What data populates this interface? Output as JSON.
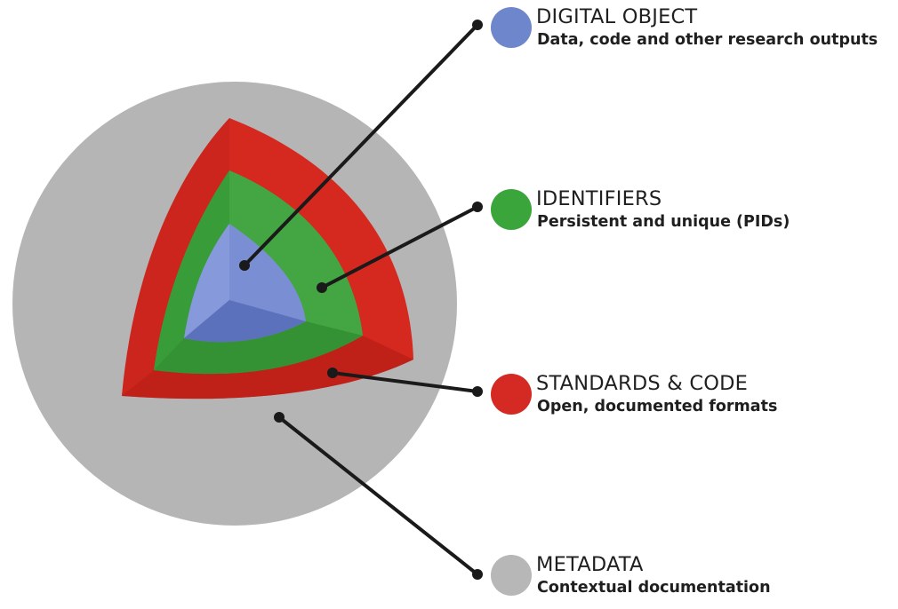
{
  "layers": [
    {
      "key": "digital",
      "title": "DIGITAL OBJECT",
      "subtitle": "Data, code and other research outputs",
      "color": "#6e86cc"
    },
    {
      "key": "identifiers",
      "title": "IDENTIFIERS",
      "subtitle": "Persistent and unique (PIDs)",
      "color": "#3aa53a"
    },
    {
      "key": "standards",
      "title": "STANDARDS & CODE",
      "subtitle": "Open, documented formats",
      "color": "#d52a23"
    },
    {
      "key": "metadata",
      "title": "METADATA",
      "subtitle": "Contextual documentation",
      "color": "#b7b7b7"
    }
  ],
  "colors": {
    "leader": "#1a1a1a",
    "metadata_sphere": "#b5b5b5",
    "standards_outer": "#d5281f",
    "standards_dark": "#b01d16",
    "identifiers_inner": "#43a643",
    "identifiers_dark": "#2f8a2f",
    "digital_inner": "#7a8fd3",
    "digital_dark": "#5c71bc"
  }
}
